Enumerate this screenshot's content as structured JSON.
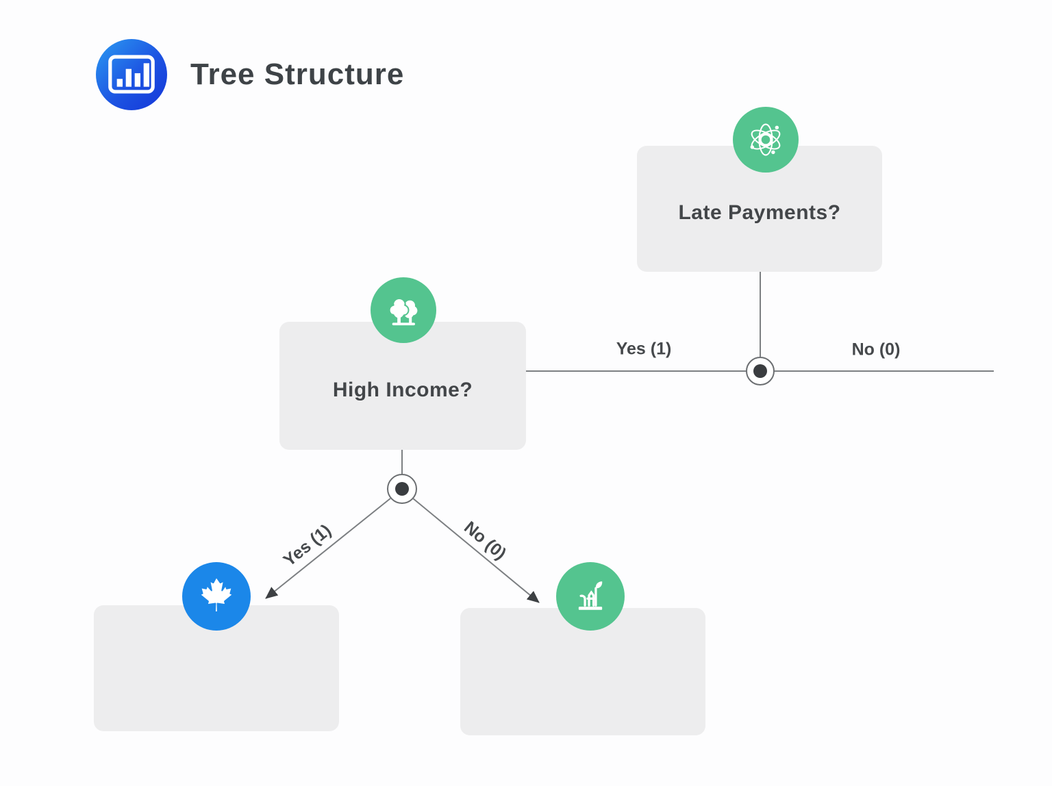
{
  "header": {
    "title": "Tree Structure",
    "icon": "bar-chart-icon"
  },
  "nodes": {
    "root": {
      "label": "Late Payments?",
      "icon": "atom-icon"
    },
    "income": {
      "label": "High Income?",
      "icon": "trees-icon"
    },
    "leaf_yes": {
      "label": "",
      "icon": "maple-leaf-icon"
    },
    "leaf_no": {
      "label": "",
      "icon": "plant-icon"
    }
  },
  "edges": {
    "root_yes": {
      "label": "Yes (1)"
    },
    "root_no": {
      "label": "No (0)"
    },
    "income_yes": {
      "label": "Yes (1)"
    },
    "income_no": {
      "label": "No (0)"
    }
  },
  "colors": {
    "accent_green": "#54c48f",
    "accent_blue": "#1b87e9",
    "header_gradient_start": "#2b9bf2",
    "header_gradient_end": "#1436d8",
    "card_gray": "#ededee",
    "text_dark": "#3e4347",
    "line_gray": "#7c7f82",
    "dot_dark": "#3a3d40"
  }
}
